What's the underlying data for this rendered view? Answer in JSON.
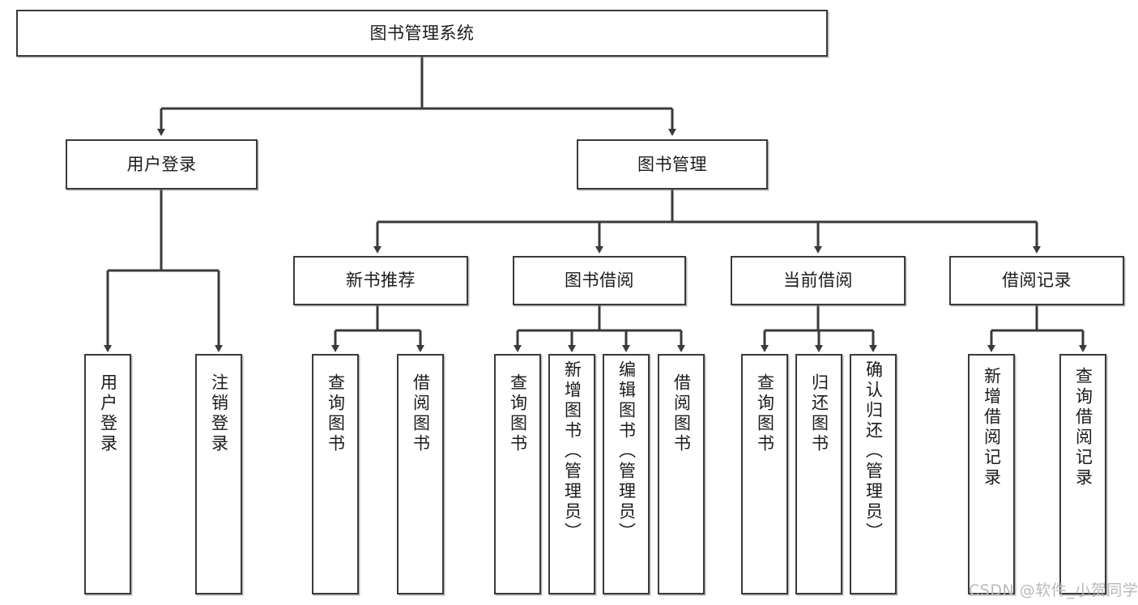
{
  "diagram": {
    "title_text": "图书管理系统",
    "type": "hierarchy-tree",
    "watermark": "CSDN @软件_小贺同学",
    "colors": {
      "box_border": "#3a3a3a",
      "box_fill": "#ffffff",
      "connector": "#3a3a3a",
      "text": "#1b1b1b",
      "watermark": "#b9b9b9",
      "background": "#ffffff"
    },
    "nodes": {
      "root": {
        "label": "图书管理系统",
        "level": 1,
        "orientation": "horizontal"
      },
      "l2": [
        {
          "id": "user-login",
          "label": "用户登录",
          "level": 2,
          "orientation": "horizontal"
        },
        {
          "id": "book-manage",
          "label": "图书管理",
          "level": 2,
          "orientation": "horizontal"
        }
      ],
      "l3": [
        {
          "id": "new-book-recommend",
          "label": "新书推荐",
          "level": 3,
          "orientation": "horizontal",
          "parent": "book-manage"
        },
        {
          "id": "book-borrow",
          "label": "图书借阅",
          "level": 3,
          "orientation": "horizontal",
          "parent": "book-manage"
        },
        {
          "id": "current-borrow",
          "label": "当前借阅",
          "level": 3,
          "orientation": "horizontal",
          "parent": "book-manage"
        },
        {
          "id": "borrow-record",
          "label": "借阅记录",
          "level": 3,
          "orientation": "horizontal",
          "parent": "book-manage"
        }
      ],
      "leaves": [
        {
          "id": "leaf-user-login",
          "label": "用户登录",
          "parent": "user-login",
          "orientation": "vertical"
        },
        {
          "id": "leaf-user-logout",
          "label": "注销登录",
          "parent": "user-login",
          "orientation": "vertical"
        },
        {
          "id": "leaf-query-book-1",
          "label": "查询图书",
          "parent": "new-book-recommend",
          "orientation": "vertical"
        },
        {
          "id": "leaf-borrow-book-1",
          "label": "借阅图书",
          "parent": "new-book-recommend",
          "orientation": "vertical"
        },
        {
          "id": "leaf-query-book-2",
          "label": "查询图书",
          "parent": "book-borrow",
          "orientation": "vertical"
        },
        {
          "id": "leaf-add-book",
          "label": "新增图书（管理员）",
          "parent": "book-borrow",
          "orientation": "vertical"
        },
        {
          "id": "leaf-edit-book",
          "label": "编辑图书（管理员）",
          "parent": "book-borrow",
          "orientation": "vertical"
        },
        {
          "id": "leaf-borrow-book-2",
          "label": "借阅图书",
          "parent": "book-borrow",
          "orientation": "vertical"
        },
        {
          "id": "leaf-query-book-3",
          "label": "查询图书",
          "parent": "current-borrow",
          "orientation": "vertical"
        },
        {
          "id": "leaf-return-book",
          "label": "归还图书",
          "parent": "current-borrow",
          "orientation": "vertical"
        },
        {
          "id": "leaf-confirm-return",
          "label": "确认归还（管理员）",
          "parent": "current-borrow",
          "orientation": "vertical"
        },
        {
          "id": "leaf-add-record",
          "label": "新增借阅记录",
          "parent": "borrow-record",
          "orientation": "vertical"
        },
        {
          "id": "leaf-query-record",
          "label": "查询借阅记录",
          "parent": "borrow-record",
          "orientation": "vertical"
        }
      ]
    }
  }
}
